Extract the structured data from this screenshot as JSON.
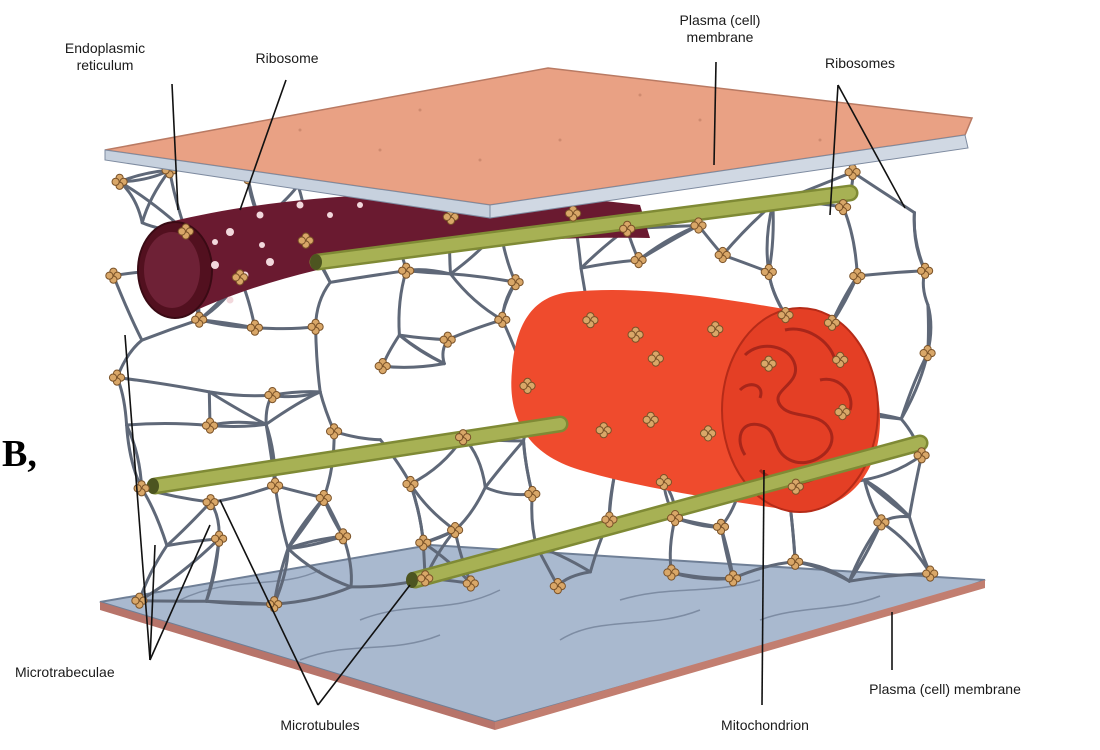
{
  "side_mark": "B,",
  "labels": {
    "endoplasmic_reticulum_line1": "Endoplasmic",
    "endoplasmic_reticulum_line2": "reticulum",
    "ribosome": "Ribosome",
    "plasma_membrane_top_line1": "Plasma (cell)",
    "plasma_membrane_top_line2": "membrane",
    "ribosomes": "Ribosomes",
    "microtrabeculae": "Microtrabeculae",
    "microtubules": "Microtubules",
    "mitochondrion": "Mitochondrion",
    "plasma_membrane_bottom": "Plasma (cell) membrane"
  },
  "colors": {
    "top_membrane": "#e9a184",
    "bottom_membrane": "#aebdd2",
    "lattice": "#5f6878",
    "er": "#6a1a30",
    "microtubule": "#a7b154",
    "mitochondrion": "#ef4b2d",
    "ribosome": "#d9a768"
  }
}
